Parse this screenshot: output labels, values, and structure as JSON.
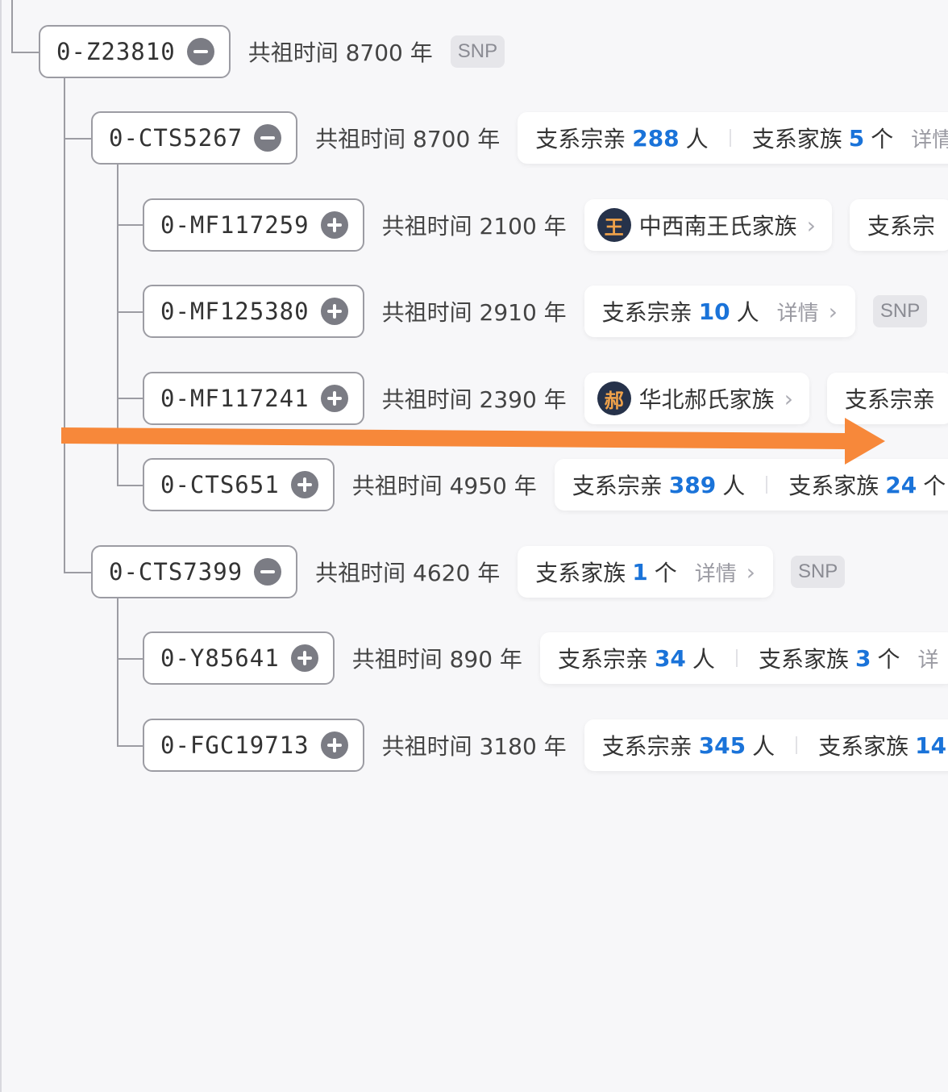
{
  "nodes": [
    {
      "id": "0-Z23810",
      "expanded": true,
      "time": "共祖时间 8700 年",
      "snp": "SNP"
    },
    {
      "id": "0-CTS5267",
      "expanded": true,
      "time": "共祖时间 8700 年",
      "card": {
        "a_label": "支系宗亲",
        "a_num": "288",
        "a_unit": "人",
        "b_label": "支系家族",
        "b_num": "5",
        "b_unit": "个",
        "detail": "详情"
      }
    },
    {
      "id": "0-MF117259",
      "expanded": false,
      "time": "共祖时间 2100 年",
      "family": {
        "badge": "王",
        "name": "中西南王氏家族"
      },
      "card2": "支系宗"
    },
    {
      "id": "0-MF125380",
      "expanded": false,
      "time": "共祖时间 2910 年",
      "card": {
        "a_label": "支系宗亲",
        "a_num": "10",
        "a_unit": "人",
        "detail": "详情"
      },
      "snp": "SNP"
    },
    {
      "id": "0-MF117241",
      "expanded": false,
      "time": "共祖时间 2390 年",
      "family": {
        "badge": "郝",
        "name": "华北郝氏家族"
      },
      "card2": "支系宗亲"
    },
    {
      "id": "0-CTS651",
      "expanded": false,
      "time": "共祖时间 4950 年",
      "card": {
        "a_label": "支系宗亲",
        "a_num": "389",
        "a_unit": "人",
        "b_label": "支系家族",
        "b_num": "24",
        "b_unit": "个"
      }
    },
    {
      "id": "0-CTS7399",
      "expanded": true,
      "time": "共祖时间 4620 年",
      "card": {
        "b_label": "支系家族",
        "b_num": "1",
        "b_unit": "个",
        "detail": "详情"
      },
      "snp": "SNP"
    },
    {
      "id": "0-Y85641",
      "expanded": false,
      "time": "共祖时间 890 年",
      "card": {
        "a_label": "支系宗亲",
        "a_num": "34",
        "a_unit": "人",
        "b_label": "支系家族",
        "b_num": "3",
        "b_unit": "个",
        "detail": "详"
      }
    },
    {
      "id": "0-FGC19713",
      "expanded": false,
      "time": "共祖时间 3180 年",
      "card": {
        "a_label": "支系宗亲",
        "a_num": "345",
        "a_unit": "人",
        "b_label": "支系家族",
        "b_num": "14"
      }
    }
  ],
  "colors": {
    "accent": "#1a73d9",
    "arrow": "#f7883a",
    "toggle": "#7b7c84",
    "badge_bg": "#26324a",
    "badge_text": "#f0a24a"
  }
}
